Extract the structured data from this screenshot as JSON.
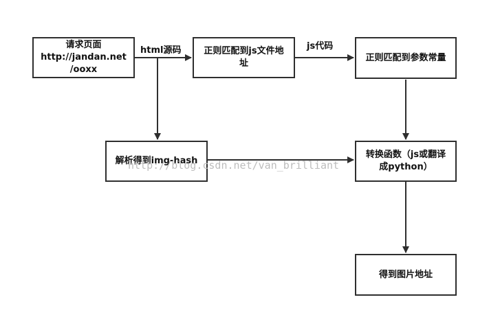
{
  "nodes": {
    "request_page": {
      "lines": [
        "请求页面",
        "http://jandan.net",
        "/ooxx"
      ]
    },
    "regex_js": {
      "lines": [
        "正则匹配到js文件地",
        "址"
      ]
    },
    "regex_const": {
      "lines": [
        "正则匹配到参数常量"
      ]
    },
    "parse_hash": {
      "lines": [
        "解析得到img-hash"
      ]
    },
    "convert_func": {
      "lines": [
        "转换函数（js或翻译",
        "成python）"
      ]
    },
    "image_url": {
      "lines": [
        "得到图片地址"
      ]
    }
  },
  "edge_labels": {
    "html_source": "html源码",
    "js_code": "js代码"
  },
  "watermark": "http://blog.csdn.net/van_brilliant",
  "colors": {
    "stroke": "#2e2e2e",
    "text": "#111111",
    "watermark": "#bdbdbd"
  }
}
